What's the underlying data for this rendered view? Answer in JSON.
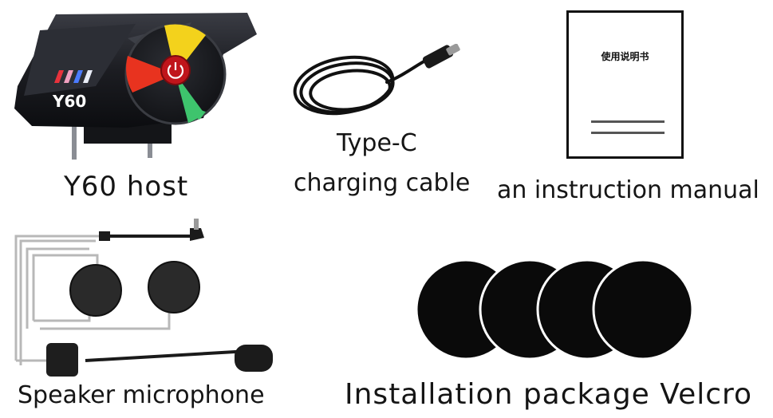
{
  "items": {
    "host": {
      "label": "Y60 host",
      "badge": "Y60"
    },
    "cable": {
      "label_line1": "Type-C",
      "label_line2": "charging cable"
    },
    "manual": {
      "label": "an instruction manual",
      "cover_text": "使用说明书"
    },
    "speaker": {
      "label": "Speaker microphone"
    },
    "velcro": {
      "label": "Installation package Velcro"
    }
  },
  "colors": {
    "device_body": "#1c1d22",
    "power_button": "#c0151b",
    "segment_yellow": "#f3d21c",
    "segment_red": "#e8331f",
    "segment_green": "#3ec46d",
    "stripe_red": "#e8323c",
    "stripe_blue": "#4b7bff",
    "stripe_white": "#e9edf7"
  }
}
